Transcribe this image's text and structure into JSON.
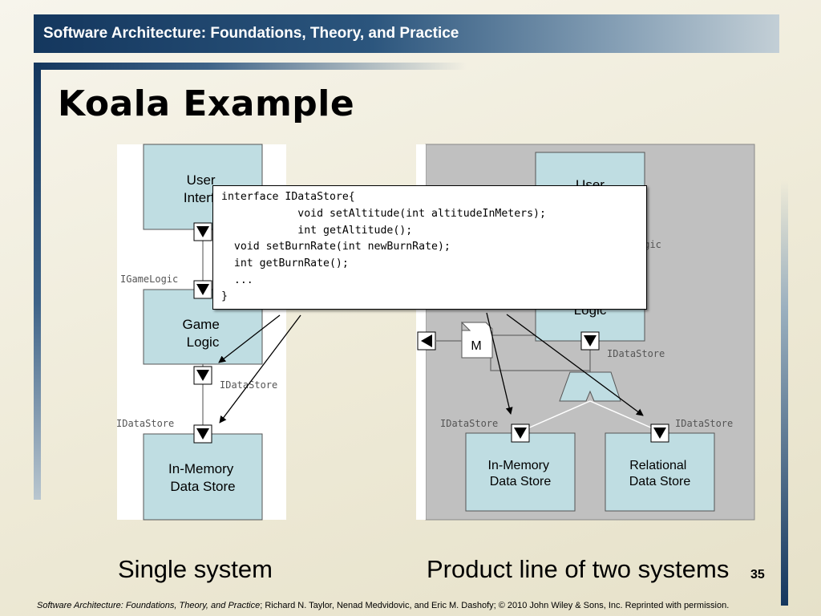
{
  "header": {
    "title": "Software Architecture: Foundations, Theory, and Practice"
  },
  "slide": {
    "title": "Koala Example",
    "page_number": "35"
  },
  "captions": {
    "left": "Single system",
    "right": "Product line of two systems"
  },
  "footer": {
    "book_title": "Software Architecture: Foundations, Theory, and Practice",
    "rest": "; Richard N. Taylor, Nenad Medvidovic, and Eric M. Dashofy; © 2010 John Wiley & Sons, Inc. Reprinted with permission."
  },
  "single_system": {
    "user_interface": [
      "User",
      "Interfa"
    ],
    "game_logic": [
      "Game",
      "Logic"
    ],
    "in_memory": [
      "In-Memory",
      "Data Store"
    ],
    "labels": {
      "igamelogic": "IGameLogic",
      "idatastore_right": "IDataStore",
      "idatastore_left": "IDataStore"
    }
  },
  "product_line": {
    "user_interface": "User",
    "logic": "Logic",
    "logic_label_fragment": "ogic",
    "switch": "M",
    "in_memory": [
      "In-Memory",
      "Data Store"
    ],
    "relational": [
      "Relational",
      "Data Store"
    ],
    "labels": {
      "logic_idatastore": "IDataStore",
      "left_idatastore": "IDataStore",
      "right_idatastore": "IDataStore"
    }
  },
  "code": {
    "lines": [
      "interface IDataStore{",
      "            void setAltitude(int altitudeInMeters);",
      "            int getAltitude();",
      "  void setBurnRate(int newBurnRate);",
      "  int getBurnRate();",
      "  ...",
      "}"
    ]
  },
  "colors": {
    "box_fill": "#bfdde2",
    "panel_gray": "#c0c0c0",
    "header_dark": "#14375e"
  }
}
